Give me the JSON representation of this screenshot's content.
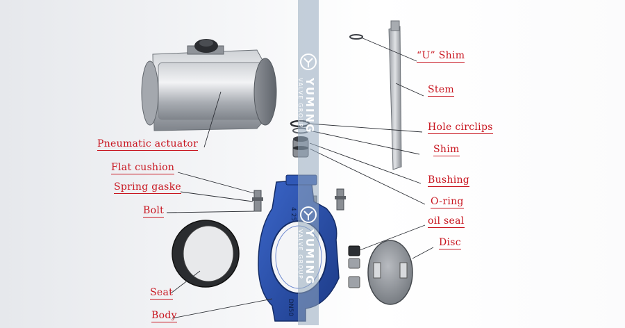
{
  "labels": {
    "u_shim": "“U” Shim",
    "stem": "Stem",
    "hole_circlips": "Hole circlips",
    "shim": "Shim",
    "bushing": "Bushing",
    "o_ring": "O-ring",
    "oil_seal": "oil seal",
    "disc": "Disc",
    "pneumatic_actuator": "Pneumatic actuator",
    "flat_cushion": "Flat cushion",
    "spring_gasket": "Spring gaske",
    "bolt": "Bolt",
    "seat": "Seat",
    "body": "Body"
  },
  "watermark": {
    "brand": "YUMING",
    "group": "VALVE GROUP"
  },
  "body_markings": {
    "top": "4 25",
    "bottom": "DN50"
  },
  "colors": {
    "label": "#c8141e",
    "body_blue": "#2a4fa8",
    "watermark_band": "#96aabe"
  }
}
